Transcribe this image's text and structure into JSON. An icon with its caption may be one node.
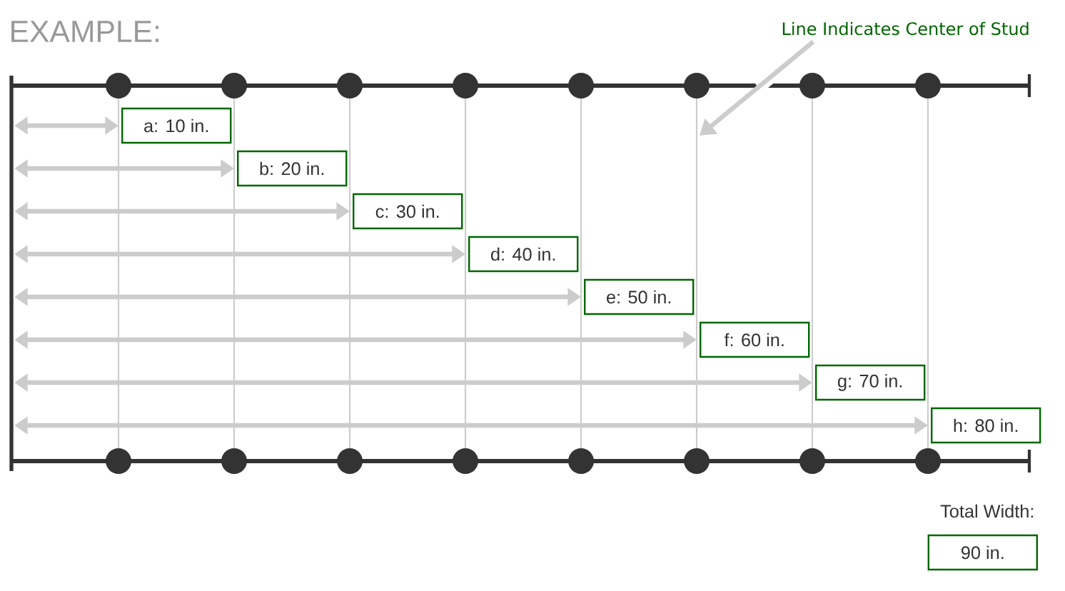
{
  "diagram": {
    "title": "EXAMPLE:",
    "nodes": [
      {
        "text": [
          "Line Indicates Center of Stud"
        ]
      },
      {
        "text": [
          "a: 10 in."
        ]
      },
      {
        "text": [
          "b: 20 in."
        ]
      },
      {
        "text": [
          "c: 30 in."
        ]
      },
      {
        "text": [
          "d: 40 in."
        ]
      },
      {
        "text": [
          "e: 50 in."
        ]
      },
      {
        "text": [
          "f: 60 in."
        ]
      },
      {
        "text": [
          "g: 70 in."
        ]
      },
      {
        "text": [
          "h: 80 in."
        ]
      },
      {
        "text": [
          "90 in."
        ]
      },
      {
        "text": [],
        "shape": "bar"
      },
      {
        "text": [],
        "shape": "bar"
      },
      {
        "text": [],
        "shape": "bar"
      },
      {
        "text": [],
        "shape": "bar"
      },
      {
        "text": [],
        "shape": "bar"
      },
      {
        "text": [],
        "shape": "bar"
      },
      {
        "text": [],
        "shape": "bar"
      },
      {
        "text": [],
        "shape": "bar"
      }
    ],
    "edges": [
      {
        "from": 0,
        "to": 15,
        "arrow": "to",
        "color": "#cccccc"
      }
    ],
    "labels": [
      "Total Width:"
    ]
  }
}
